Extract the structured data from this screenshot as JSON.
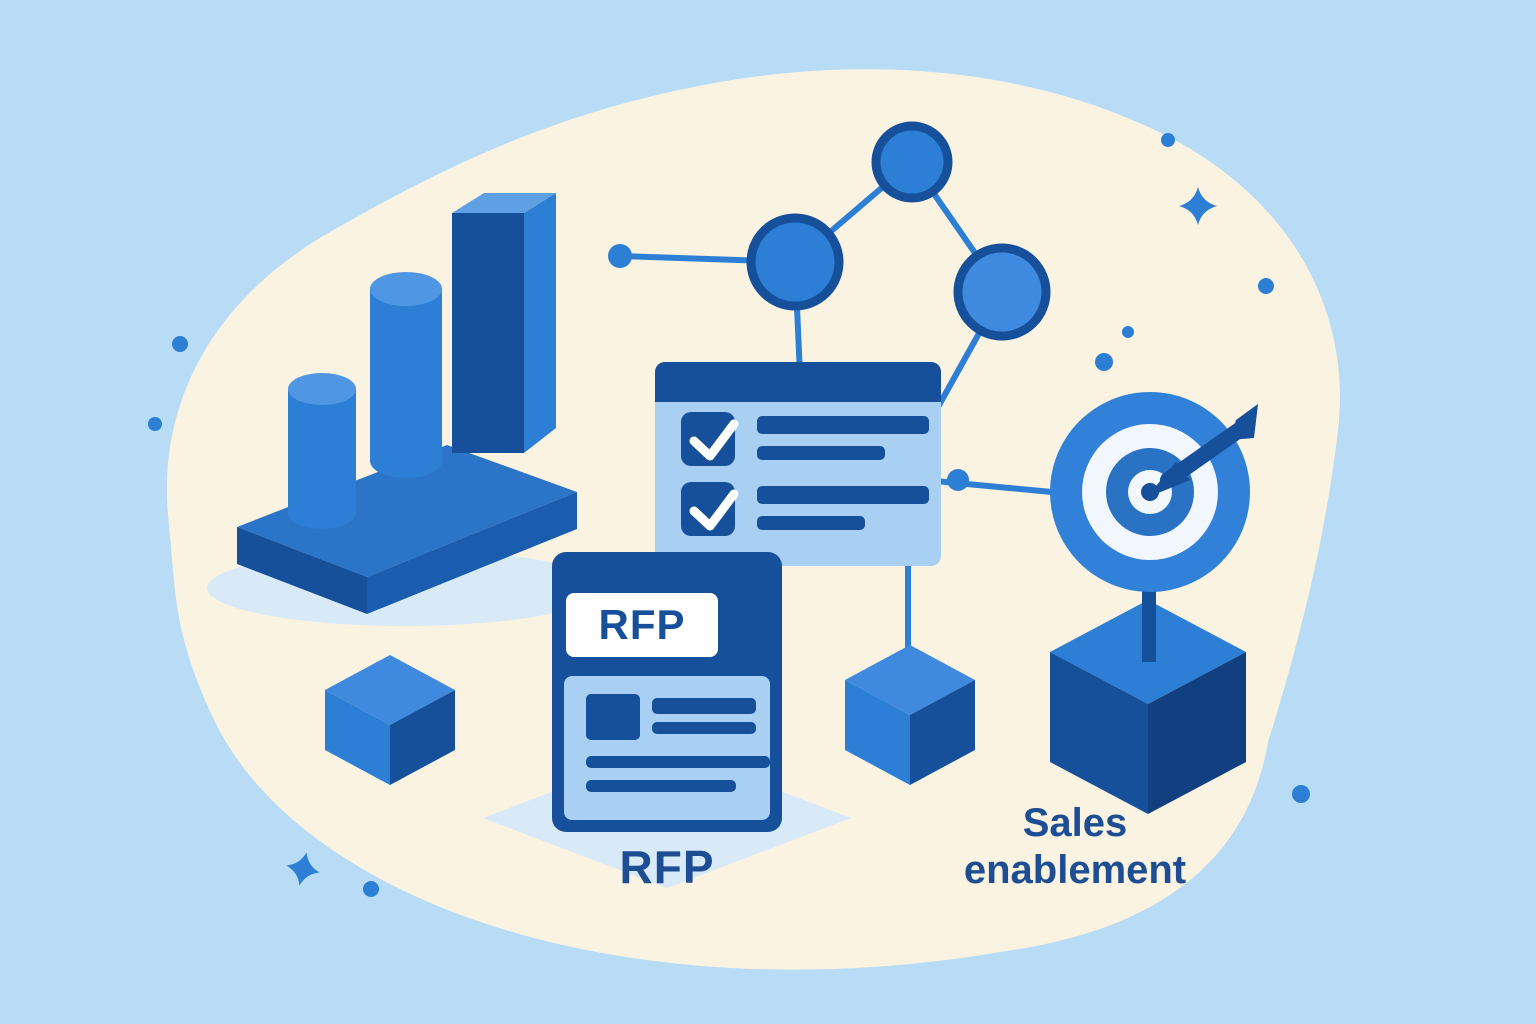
{
  "illustration": {
    "description": "Flat isometric blue illustration about RFP documents and sales enablement",
    "labels": {
      "document_title": "RFP",
      "document_caption": "RFP",
      "sales_line1": "Sales",
      "sales_line2": "enablement"
    },
    "icons": [
      "bar-chart-icon",
      "network-graph-icon",
      "checklist-icon",
      "rfp-document-icon",
      "cube-icon",
      "target-dart-icon",
      "sparkle-icon"
    ],
    "colors": {
      "background": "#b8dcf6",
      "blob": "#faf3e1",
      "dark_blue": "#164f9a",
      "medium_blue": "#2d7fd6",
      "bright_blue": "#3f8ade",
      "light_blue": "#a9cff2",
      "cylinder_top": "#4f97e2",
      "text_navy": "#1d4d93",
      "white": "#ffffff",
      "shadow_blue": "#d8e9f8"
    }
  }
}
